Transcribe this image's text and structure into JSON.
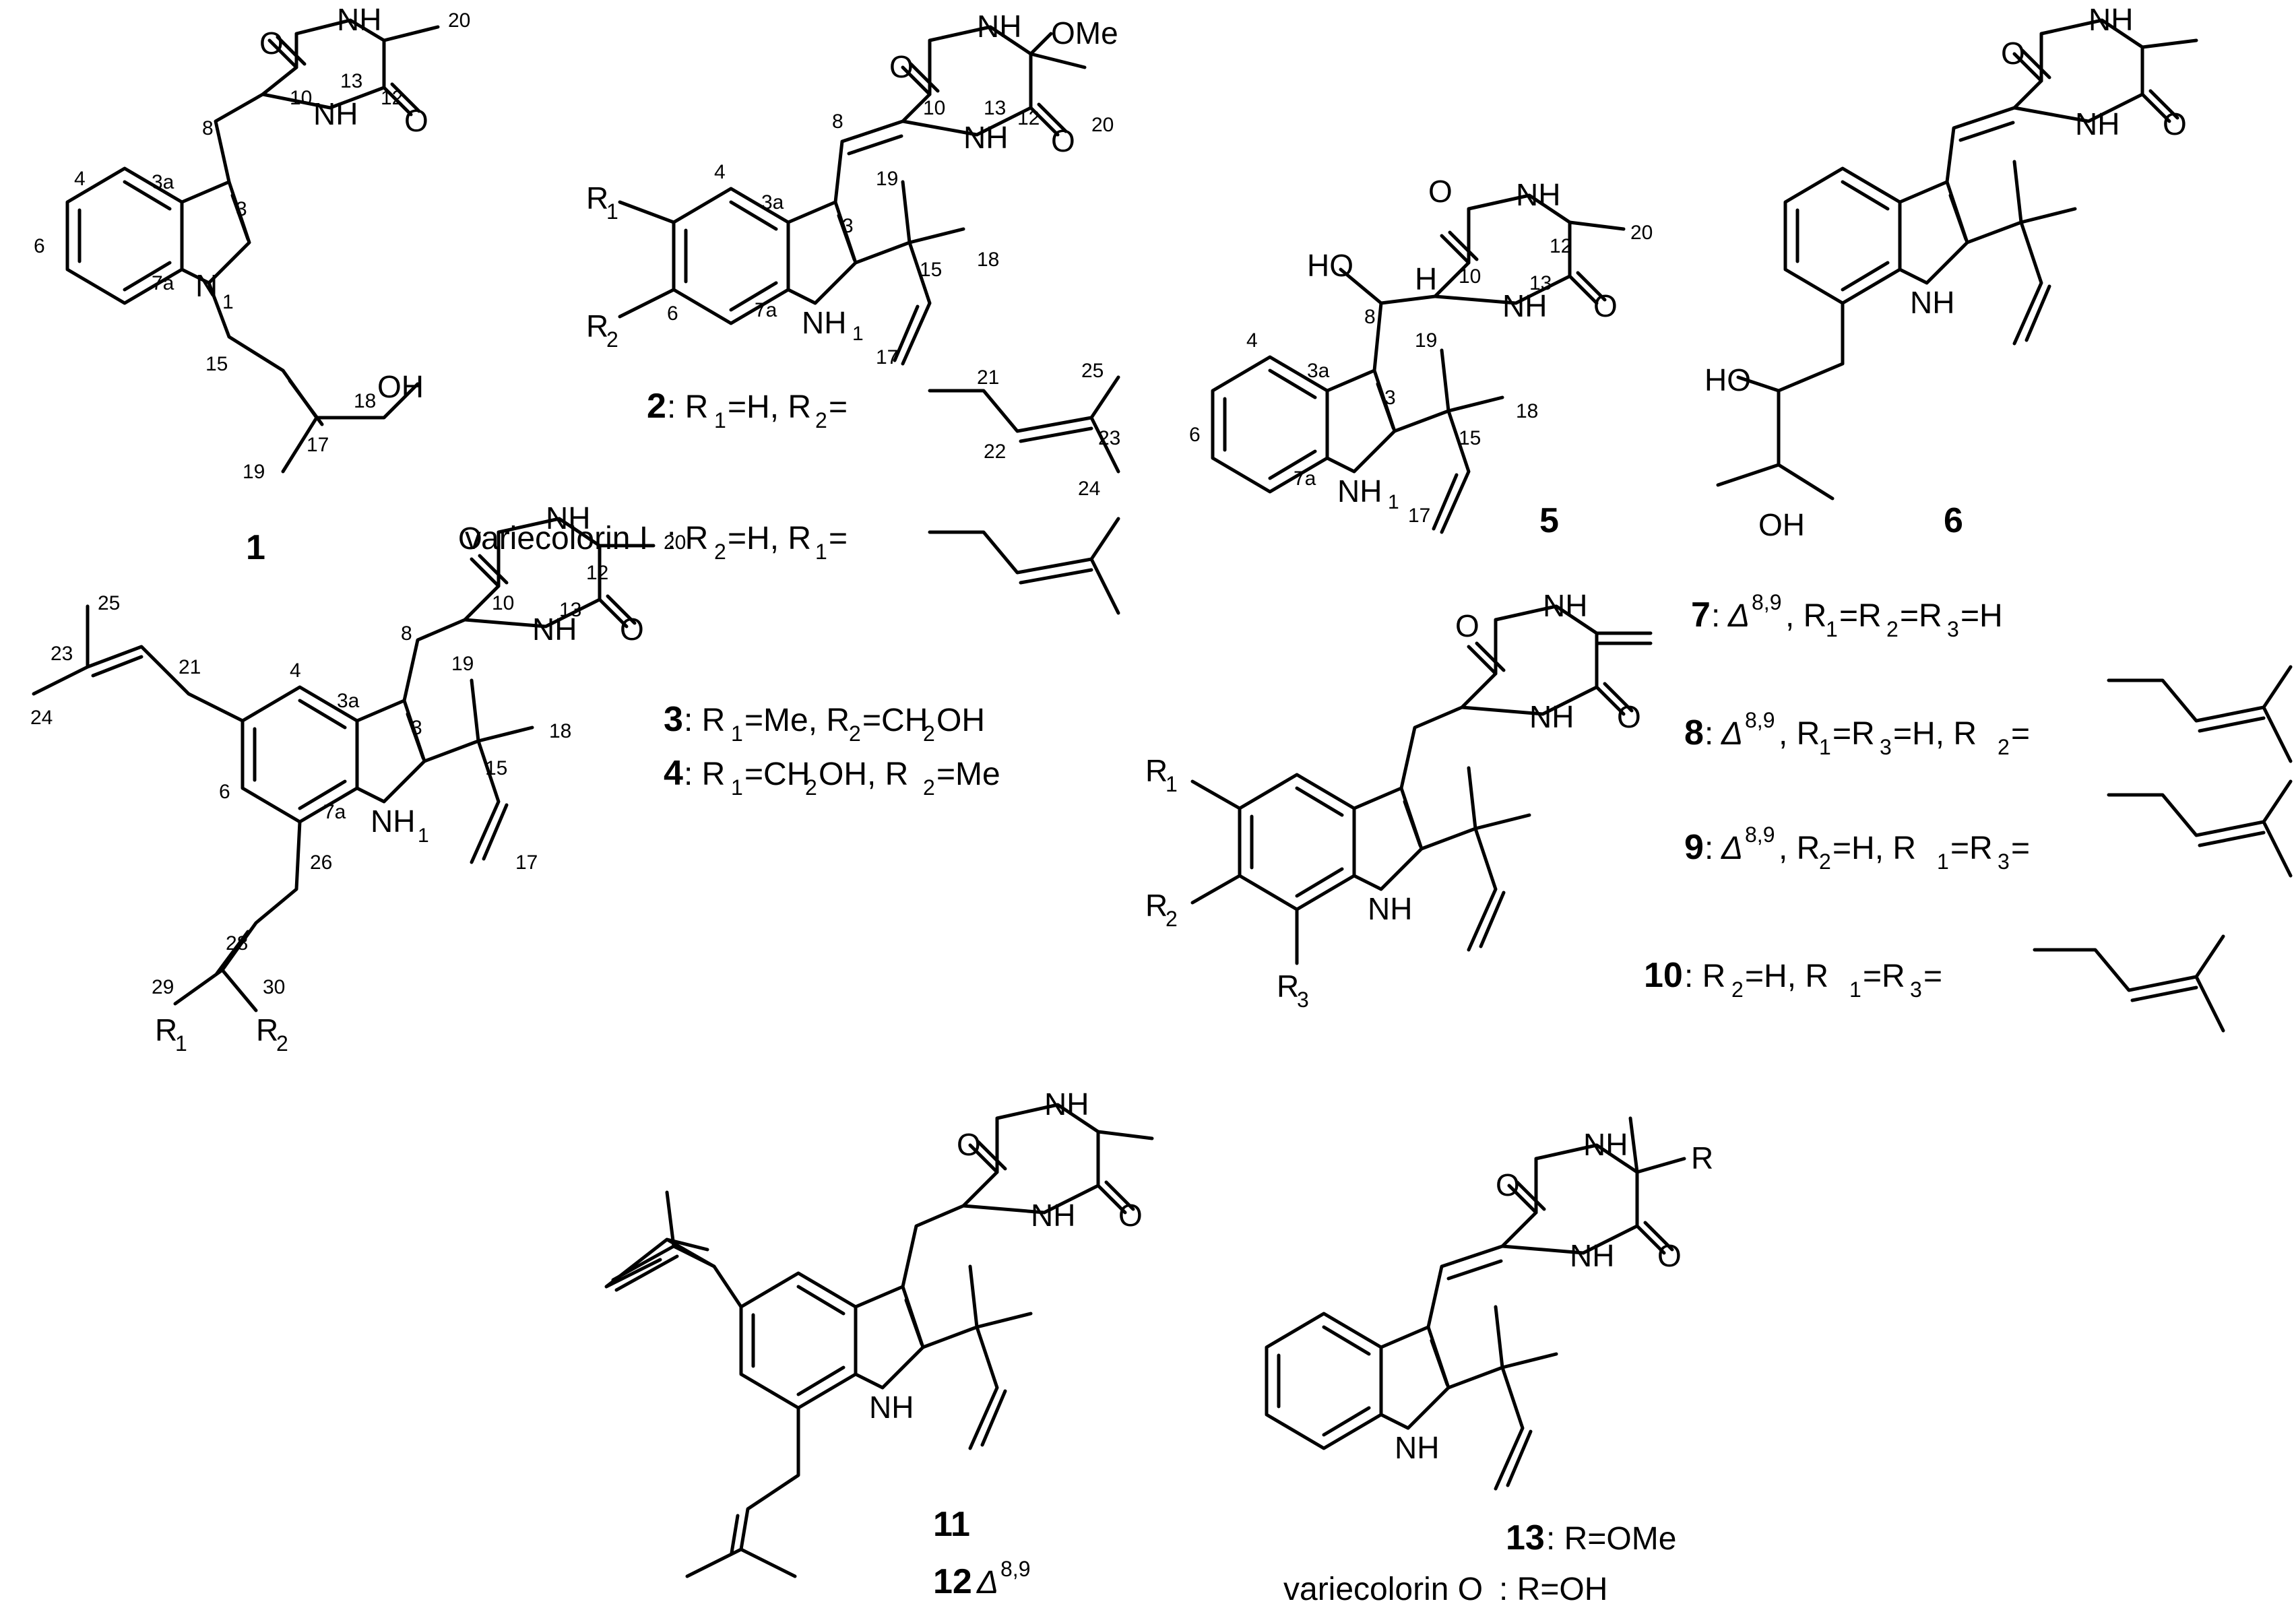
{
  "atoms": {
    "O": "O",
    "N": "N",
    "H": "H",
    "NH": "NH",
    "OH": "OH",
    "HO": "HO",
    "OMe": "OMe",
    "R": "R",
    "R1": "R",
    "R2": "R",
    "R3": "R"
  },
  "compounds": {
    "c1": {
      "id": "1",
      "numbers": [
        "3",
        "3a",
        "4",
        "6",
        "7a",
        "1",
        "8",
        "10",
        "12",
        "13",
        "15",
        "17",
        "18",
        "19",
        "20"
      ]
    },
    "c2": {
      "id": "2",
      "numbers": [
        "3",
        "3a",
        "4",
        "6",
        "7a",
        "1",
        "8",
        "10",
        "12",
        "13",
        "15",
        "17",
        "18",
        "19",
        "20",
        "21",
        "22",
        "23",
        "24",
        "25"
      ],
      "label": ": R",
      "label_rest_1": "=H, R",
      "label_rest_2": "="
    },
    "variecolorin_i": {
      "name": "variecolorin I",
      "label_1": ": R",
      "label_2": "=H, R",
      "label_3": "="
    },
    "c3": {
      "id": "3",
      "numbers": [
        "3",
        "3a",
        "4",
        "6",
        "7a",
        "1",
        "8",
        "10",
        "12",
        "13",
        "15",
        "17",
        "18",
        "19",
        "20",
        "21",
        "23",
        "24",
        "25",
        "26",
        "28",
        "29",
        "30"
      ],
      "label_1": ": R",
      "label_2": "=Me, R",
      "label_3": "=CH",
      "label_4": "OH"
    },
    "c4": {
      "id": "4",
      "label_1": ": R",
      "label_2": "=CH",
      "label_3": "OH, R",
      "label_4": "=Me"
    },
    "c5": {
      "id": "5",
      "numbers": [
        "3",
        "3a",
        "4",
        "6",
        "7a",
        "1",
        "8",
        "10",
        "12",
        "13",
        "15",
        "17",
        "18",
        "19",
        "20"
      ]
    },
    "c6": {
      "id": "6"
    },
    "c7": {
      "id": "7",
      "delta": "Δ",
      "sup": "8,9",
      "rest_1": ", R",
      "rest_2": "=R",
      "rest_3": "=R",
      "rest_4": "=H"
    },
    "c8": {
      "id": "8",
      "delta": "Δ",
      "sup": "8,9",
      "rest_1": ", R",
      "rest_2": "=R",
      "rest_3": "=H, R",
      "rest_4": "="
    },
    "c9": {
      "id": "9",
      "delta": "Δ",
      "sup": "8,9",
      "rest_1": ", R",
      "rest_2": "=H, R",
      "rest_3": "=R",
      "rest_4": "="
    },
    "c10": {
      "id": "10",
      "rest_1": ": R",
      "rest_2": "=H, R",
      "rest_3": "=R",
      "rest_4": "="
    },
    "c11": {
      "id": "11"
    },
    "c12": {
      "id": "12",
      "delta": "Δ",
      "sup": "8,9"
    },
    "c13": {
      "id": "13",
      "label": ": R=OMe"
    },
    "variecolorin_o": {
      "name": "variecolorin O",
      "label": ": R=OH"
    }
  },
  "subscripts": {
    "s1": "1",
    "s2": "2",
    "s3": "3"
  }
}
